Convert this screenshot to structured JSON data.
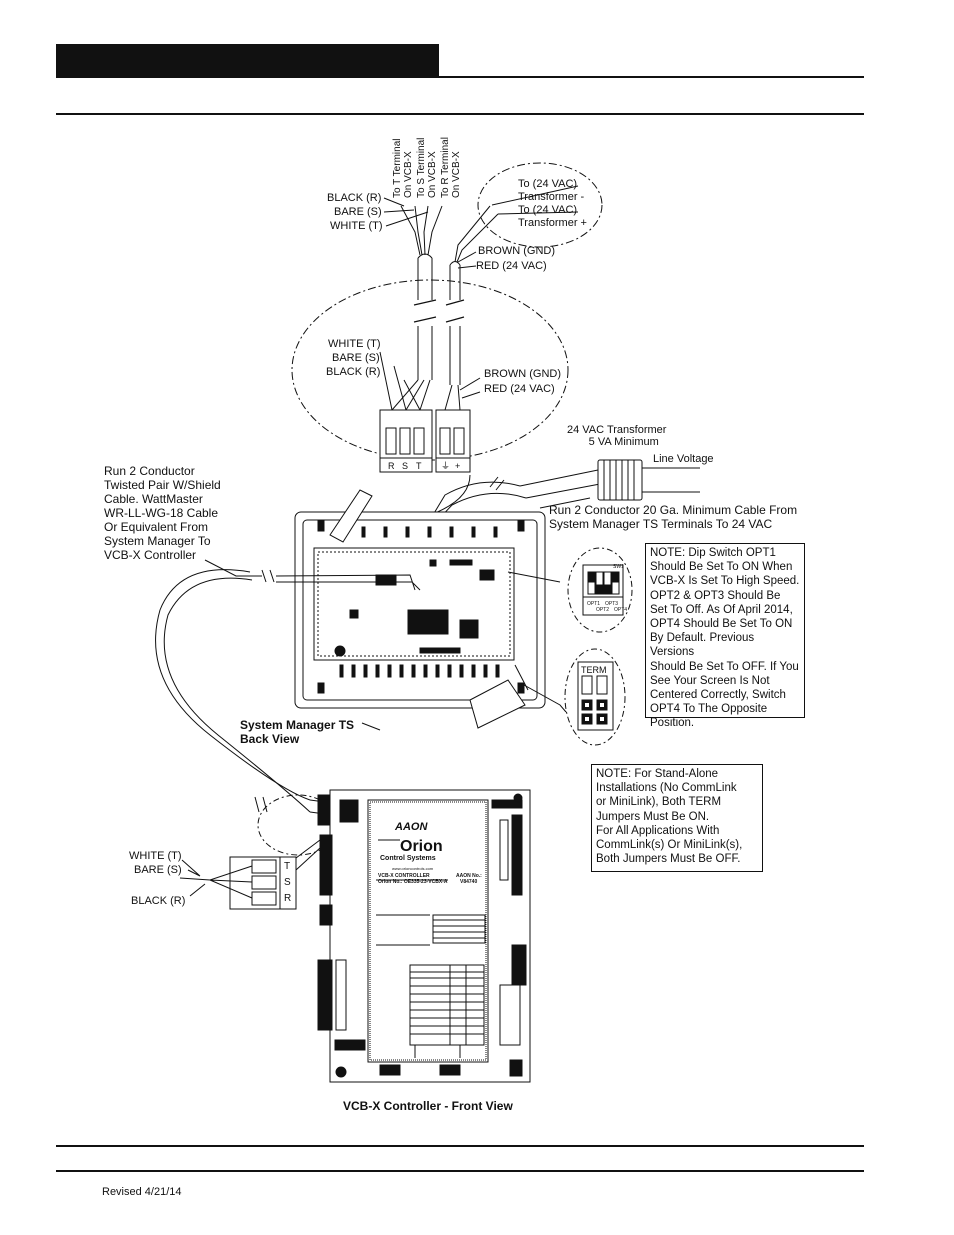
{
  "wire_top": {
    "black_r": "BLACK (R)",
    "bare_s": "BARE (S)",
    "white_t": "WHITE (T)",
    "to_t_1": "To T Terminal",
    "to_t_2": "On VCB-X",
    "to_s_1": "To S Terminal",
    "to_s_2": "On VCB-X",
    "to_r_1": "To R Terminal",
    "to_r_2": "On VCB-X",
    "to24_minus_1": "To (24 VAC)",
    "to24_minus_2": "Transformer -",
    "to24_plus_1": "To (24 VAC)",
    "to24_plus_2": "Transformer +",
    "brown_gnd": "BROWN (GND)",
    "red_24": "RED (24 VAC)"
  },
  "wire_mid": {
    "white_t": "WHITE (T)",
    "bare_s": "BARE (S)",
    "black_r": "BLACK (R)",
    "brown_gnd": "BROWN (GND)",
    "red_24": "RED (24 VAC)",
    "terminals": [
      "R",
      "S",
      "T",
      "⏚",
      "+"
    ]
  },
  "transformer": {
    "line1": "24 VAC Transformer",
    "line2": "5 VA Minimum",
    "line_voltage": "Line Voltage"
  },
  "run_twisted": [
    "Run 2 Conductor",
    "Twisted Pair W/Shield",
    "Cable. WattMaster",
    "WR-LL-WG-18 Cable",
    "Or Equivalent From",
    "System Manager To",
    "VCB-X Controller"
  ],
  "run_20ga": [
    "Run 2 Conductor 20 Ga. Minimum Cable From",
    "System Manager TS Terminals To 24 VAC"
  ],
  "note_dip": [
    "NOTE: Dip Switch OPT1",
    "Should Be Set To ON When",
    "VCB-X Is Set To High Speed.",
    "OPT2 & OPT3 Should Be",
    "Set To Off. As Of April 2014,",
    "OPT4 Should Be Set To ON",
    "By Default. Previous Versions",
    "Should Be Set To OFF. If You",
    "See Your Screen Is Not",
    "Centered Correctly, Switch",
    "OPT4 To The Opposite",
    "Position."
  ],
  "dip": {
    "label": "SW1",
    "opts": [
      "OPT1",
      "OPT2",
      "OPT3",
      "OPT4"
    ]
  },
  "term_label": "TERM",
  "sm_back_view": [
    "System Manager TS",
    "Back View"
  ],
  "note_standalone": [
    "NOTE:  For Stand-Alone",
    "Installations (No CommLink",
    "or MiniLink), Both TERM",
    "Jumpers Must Be ON.",
    "For All Applications With",
    "CommLink(s) Or MiniLink(s),",
    "Both Jumpers Must Be OFF."
  ],
  "wire_bottom": {
    "white_t": "WHITE (T)",
    "bare_s": "BARE (S)",
    "black_r": "BLACK (R)",
    "terminals": [
      "T",
      "S",
      "R"
    ]
  },
  "vcbx_board": {
    "brand": "AAON",
    "orion": "Orion",
    "ccs": "Control Systems",
    "website": "www.orioncontrols.com",
    "controller": "VCB-X CONTROLLER",
    "order_no": "Orion No.: OE335-23-VCBX-A",
    "aaon_no_label": "AAON No.:",
    "aaon_no": "V84740"
  },
  "vcbx_caption": "VCB-X Controller - Front View",
  "footer": "Revised 4/21/14"
}
